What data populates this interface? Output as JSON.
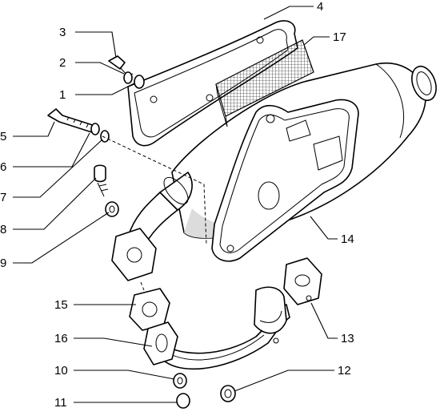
{
  "diagram": {
    "callouts": [
      {
        "id": "c1",
        "text": "1"
      },
      {
        "id": "c2",
        "text": "2"
      },
      {
        "id": "c3",
        "text": "3"
      },
      {
        "id": "c4",
        "text": "4"
      },
      {
        "id": "c5",
        "text": "5"
      },
      {
        "id": "c6",
        "text": "6"
      },
      {
        "id": "c7",
        "text": "7"
      },
      {
        "id": "c8",
        "text": "8"
      },
      {
        "id": "c9",
        "text": "9"
      },
      {
        "id": "c10",
        "text": "10"
      },
      {
        "id": "c11",
        "text": "11"
      },
      {
        "id": "c12",
        "text": "12"
      },
      {
        "id": "c13",
        "text": "13"
      },
      {
        "id": "c14",
        "text": "14"
      },
      {
        "id": "c15",
        "text": "15"
      },
      {
        "id": "c16",
        "text": "16"
      },
      {
        "id": "c17",
        "text": "17"
      }
    ]
  }
}
